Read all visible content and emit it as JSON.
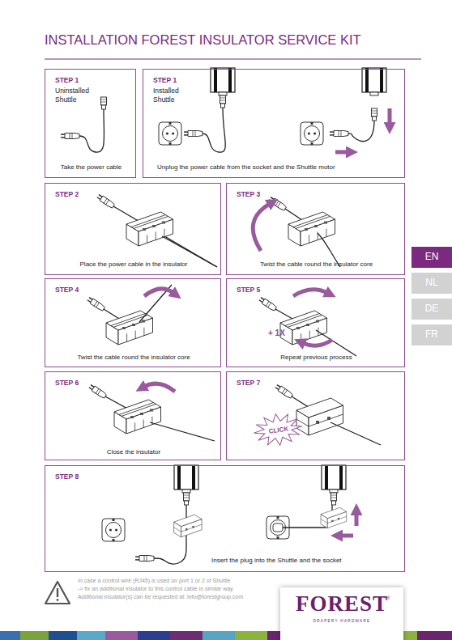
{
  "diagram": {
    "title": "INSTALLATION FOREST INSULATOR SERVICE KIT",
    "nodes": [
      {
        "text": [
          "STEP 1",
          "Uninstalled Shuttle",
          "Take the power cable"
        ]
      },
      {
        "text": [
          "STEP 1",
          "Installed Shuttle",
          "Unplug the power cable from the socket and the Shuttle motor"
        ]
      },
      {
        "text": [
          "STEP 2",
          "Place the power cable in the insulator"
        ]
      },
      {
        "text": [
          "STEP 3",
          "Twist the cable round the insulator core"
        ]
      },
      {
        "text": [
          "STEP 4",
          "Twist the cable round the insulator core"
        ]
      },
      {
        "text": [
          "STEP 5",
          "+ 1X",
          "Repeat previous process"
        ]
      },
      {
        "text": [
          "STEP 6",
          "Close the insulator"
        ]
      },
      {
        "text": [
          "STEP 7",
          "CLICK"
        ]
      },
      {
        "text": [
          "STEP 8",
          "Insert the plug into the Shuttle and the socket"
        ]
      },
      {
        "text": [
          "EN"
        ]
      },
      {
        "text": [
          "NL"
        ]
      },
      {
        "text": [
          "DE"
        ]
      },
      {
        "text": [
          "FR"
        ]
      },
      {
        "text": [
          "FOREST",
          "®",
          "DRAPERY HARDWARE"
        ]
      }
    ],
    "labels": [
      "In case a control wire (RJ45) is used on port 1 or 2 of Shuttle",
      "-> fix an additional insulator to this control cable in similar way.",
      "Additional insulator(s) can be requested at: info@forestgroup.com"
    ]
  }
}
